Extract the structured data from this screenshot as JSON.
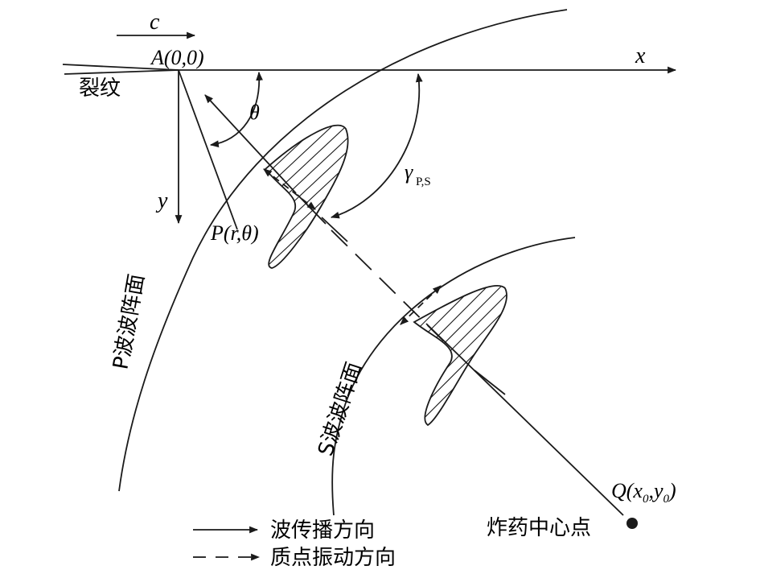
{
  "labels": {
    "crack_speed": "c",
    "origin": "A(0,0)",
    "x_axis": "x",
    "y_axis": "y",
    "crack": "裂纹",
    "angle_theta": "θ",
    "angle_gamma": "γ",
    "angle_gamma_sub": "P,S",
    "point_p": "P(r,θ)",
    "p_wavefront": "P波波阵面",
    "s_wavefront": "S波波阵面",
    "source_point": "Q(x",
    "source_x_sub": "0",
    "source_comma": ",y",
    "source_y_sub": "0",
    "source_close": ")",
    "explosive_center": "炸药中心点"
  },
  "legend": [
    {
      "style": "solid",
      "label": "波传播方向"
    },
    {
      "style": "dashed",
      "label": "质点振动方向"
    }
  ],
  "colors": {
    "stroke": "#1a1a1a",
    "background": "#ffffff"
  }
}
